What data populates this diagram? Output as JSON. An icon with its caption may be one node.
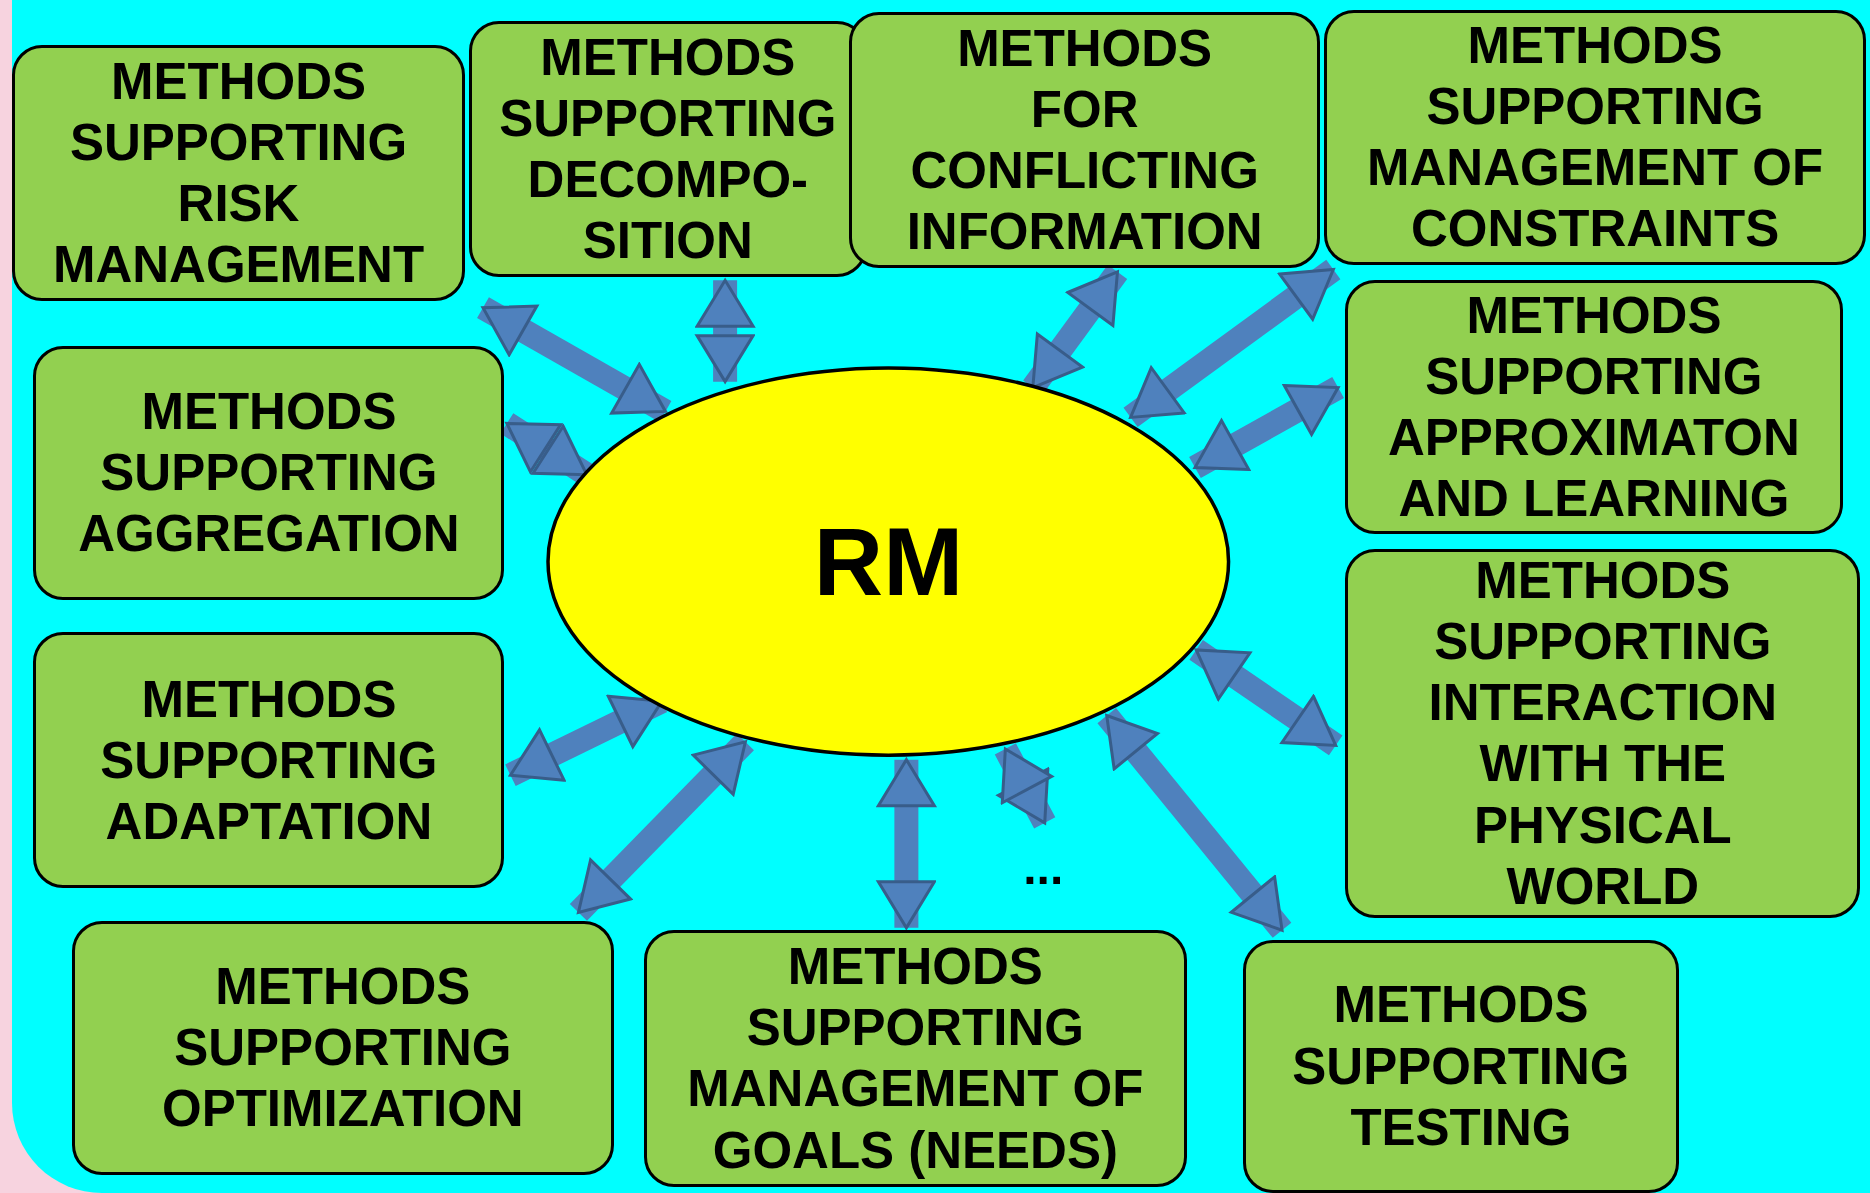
{
  "diagram": {
    "nodes": [
      {
        "text": [
          "RM"
        ]
      },
      {
        "text": [
          "METHODS SUPPORTING RISK MANAGEMENT"
        ]
      },
      {
        "text": [
          "METHODS SUPPORTING DECOMPO- SITION"
        ]
      },
      {
        "text": [
          "METHODS FOR CONFLICTING INFORMATION"
        ]
      },
      {
        "text": [
          "METHODS SUPPORTING MANAGEMENT OF CONSTRAINTS"
        ]
      },
      {
        "text": [
          "METHODS SUPPORTING AGGREGATION"
        ]
      },
      {
        "text": [
          "METHODS SUPPORTING APPROXIMATON AND LEARNING"
        ]
      },
      {
        "text": [
          "METHODS SUPPORTING ADAPTATION"
        ]
      },
      {
        "text": [
          "METHODS SUPPORTING INTERACTION WITH THE PHYSICAL WORLD"
        ]
      },
      {
        "text": [
          "METHODS SUPPORTING OPTIMIZATION"
        ]
      },
      {
        "text": [
          "METHODS SUPPORTING MANAGEMENT OF GOALS (NEEDS)"
        ]
      },
      {
        "text": [
          "METHODS SUPPORTING TESTING"
        ]
      }
    ],
    "edges": [
      {
        "from": 1,
        "to": 0,
        "arrow": "both"
      },
      {
        "from": 2,
        "to": 0,
        "arrow": "both"
      },
      {
        "from": 3,
        "to": 0,
        "arrow": "both"
      },
      {
        "from": 4,
        "to": 0,
        "arrow": "both"
      },
      {
        "from": 5,
        "to": 0,
        "arrow": "both"
      },
      {
        "from": 6,
        "to": 0,
        "arrow": "both"
      },
      {
        "from": 7,
        "to": 0,
        "arrow": "both"
      },
      {
        "from": 8,
        "to": 0,
        "arrow": "both"
      },
      {
        "from": 9,
        "to": 0,
        "arrow": "both"
      },
      {
        "from": 10,
        "to": 0,
        "arrow": "both"
      },
      {
        "from": 11,
        "to": 0,
        "arrow": "both"
      },
      {
        "from": null,
        "to": 0,
        "arrow": "both"
      }
    ],
    "labels": [
      "..."
    ]
  }
}
